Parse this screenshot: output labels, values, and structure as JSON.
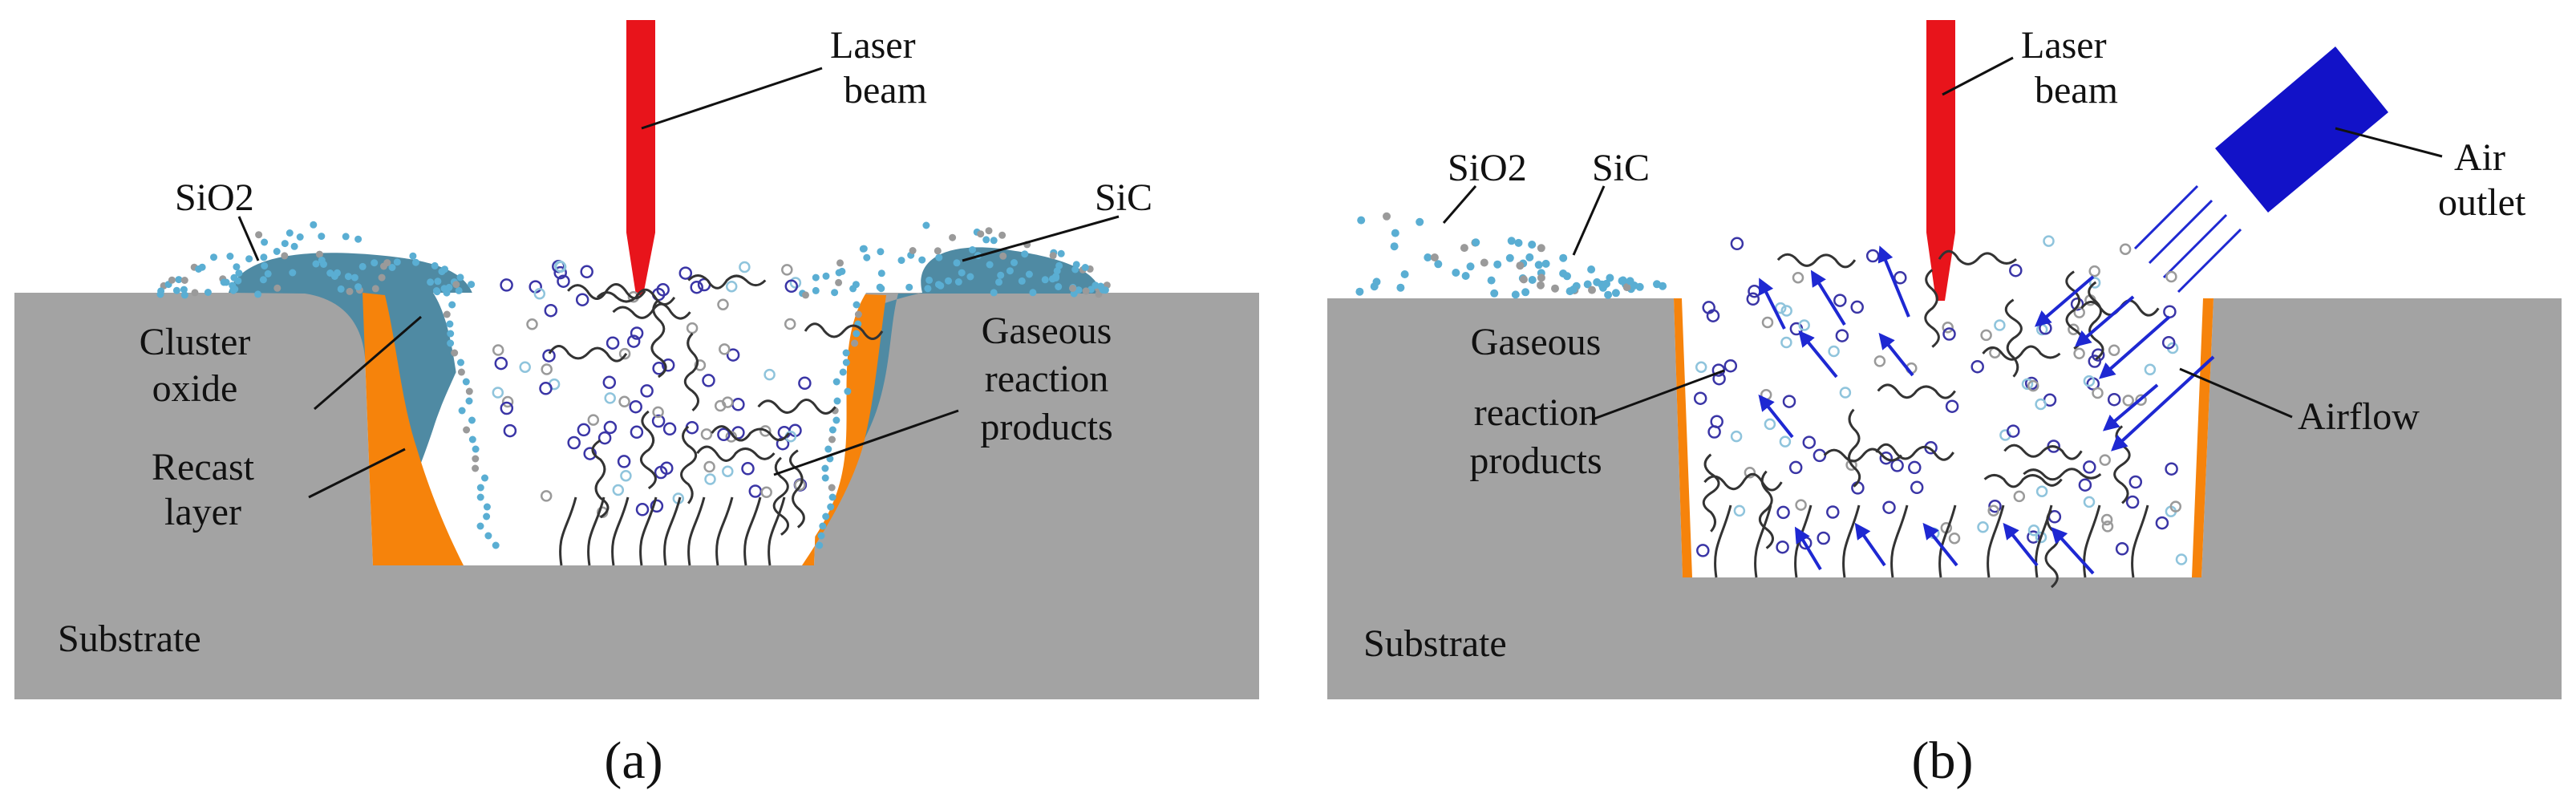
{
  "colors": {
    "substrate": "#a3a3a3",
    "recast_layer": "#f6830b",
    "cluster_oxide": "#4f8aa3",
    "laser_beam": "#e8141b",
    "air_outlet": "#1212c8",
    "airflow_arrow": "#1e28d2",
    "sio2_particle": "#5aaed3",
    "sic_particle": "#9a9a9a",
    "product_ring_dark": "#3a35a6",
    "product_ring_light": "#8fc4dc"
  },
  "panel_a": {
    "labels": {
      "laser_beam": [
        "Laser",
        "beam"
      ],
      "sio2": "SiO2",
      "sic": "SiC",
      "cluster_oxide": [
        "Cluster",
        "oxide"
      ],
      "recast_layer": [
        "Recast",
        "layer"
      ],
      "gaseous_products": [
        "Gaseous",
        "reaction",
        "products"
      ],
      "substrate": "Substrate"
    },
    "caption": "(a)"
  },
  "panel_b": {
    "labels": {
      "laser_beam": [
        "Laser",
        "beam"
      ],
      "sio2": "SiO2",
      "sic": "SiC",
      "air_outlet": [
        "Air",
        "outlet"
      ],
      "gaseous_products": [
        "Gaseous",
        "reaction",
        "products"
      ],
      "airflow": "Airflow",
      "substrate": "Substrate"
    },
    "caption": "(b)"
  }
}
